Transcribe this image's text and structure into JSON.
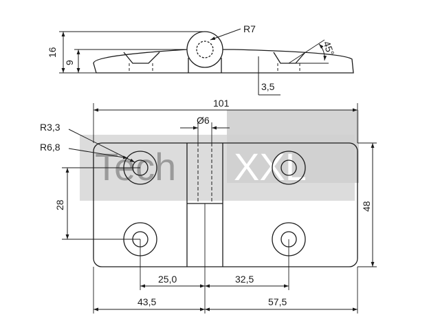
{
  "drawing": {
    "watermark": {
      "text_left": "Tech",
      "text_right": "XXL",
      "band_color": "#d6d6d6",
      "box_color": "#cfcfcf"
    },
    "side_view": {
      "radius_label": "R7",
      "height_total": "16",
      "height_leaf": "9",
      "angle_label": "45°",
      "thickness_label": "3,5"
    },
    "top_view": {
      "overall_width": "101",
      "pin_diameter": "Ø6",
      "hole_radius_inner": "R3,3",
      "hole_radius_outer": "R6,8",
      "overall_height": "48",
      "hole_spacing_vertical": "28",
      "left_hole_to_center": "25,0",
      "right_hole_to_center": "32,5",
      "left_leaf_width": "43,5",
      "right_leaf_width": "57,5"
    },
    "colors": {
      "line": "#1a1a1a",
      "fill": "#ffffff"
    }
  }
}
